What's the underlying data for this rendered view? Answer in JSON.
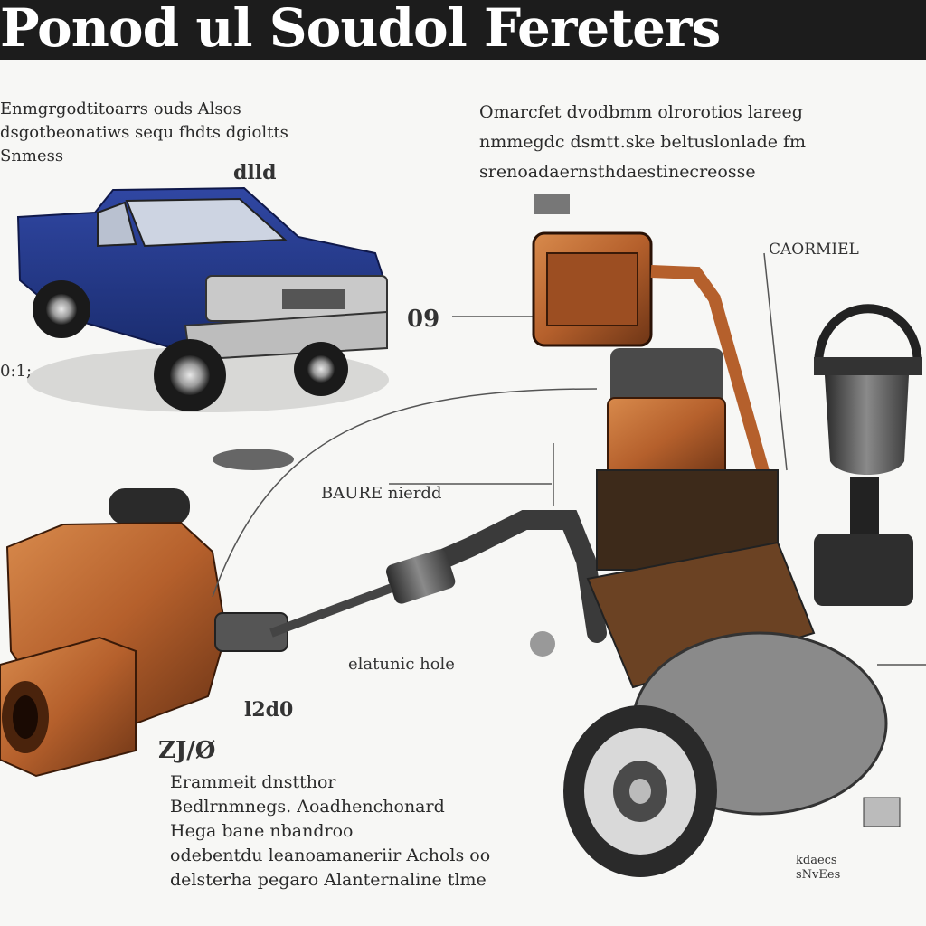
{
  "header": {
    "title_part1": "Ponod ul ",
    "title_part2": "Soudol Fereters"
  },
  "left_text": {
    "lines": [
      "Enmgrgodtitoarrs ouds Alsos",
      "dsgotbeonatiws sequ fhdts dgioltts",
      "Snmess"
    ]
  },
  "right_text": {
    "lines": [
      "Omarcfet dvodbmm olrorotios lareeg",
      "nmmegdc dsmtt.ske beltuslonlade fm",
      "srenoadaernsthdaestinecreosse"
    ]
  },
  "labels": {
    "truck_top": "dlld",
    "truck_side": "0:1;",
    "truck_connector": "09",
    "controller": "CAORMIEL",
    "center_label": "BAURE nierdd",
    "mid_label": "elatunic hole",
    "pump_small": "l2d0",
    "pump_number": "ZJ/Ø",
    "bottom_right": "kdaecs\nsNvEes"
  },
  "bottom_text": {
    "lines": [
      "Erammeit dnstthor",
      "Bedlrnmnegs. Aoadhenchonard",
      "Hega bane nbandroo",
      "odebentdu leanoamaneriir Achols oo",
      "delsterha pegaro Alanternaline tlme"
    ]
  },
  "colors": {
    "truck_body": "#23398a",
    "copper": "#b8632f",
    "dark_metal": "#3a3a3a",
    "banner": "#1c1c1c"
  }
}
